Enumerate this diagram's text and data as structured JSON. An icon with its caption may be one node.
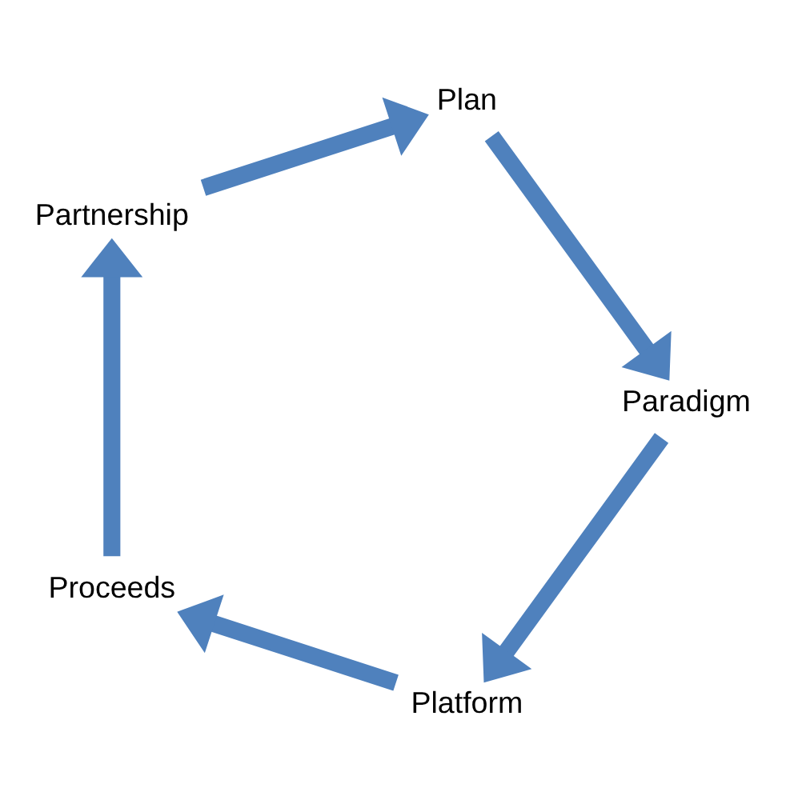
{
  "diagram": {
    "nodes": [
      {
        "text": [
          "Partnership"
        ]
      },
      {
        "text": [
          "Plan"
        ]
      },
      {
        "text": [
          "Proceeds"
        ]
      },
      {
        "text": [
          "Paradigm"
        ]
      },
      {
        "text": [
          "Platform"
        ]
      }
    ],
    "edges": [
      {
        "from": 0,
        "to": 1,
        "arrow": "to"
      },
      {
        "from": 1,
        "to": 3,
        "arrow": "to"
      },
      {
        "from": 3,
        "to": 4,
        "arrow": "to"
      },
      {
        "from": 4,
        "to": 2,
        "arrow": "to"
      },
      {
        "from": 2,
        "to": 0,
        "arrow": "to"
      }
    ]
  }
}
